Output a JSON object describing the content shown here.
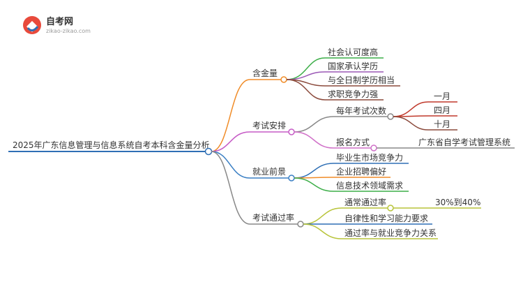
{
  "logo": {
    "title": "自考网",
    "subtitle": "zikao-zikao.com"
  },
  "mindmap": {
    "root": "2025年广东信息管理与信息系统自考本科含金量分析",
    "branches": [
      {
        "label": "含金量",
        "color": "#f08c28",
        "children": [
          {
            "label": "社会认可度高",
            "color": "#3cae48"
          },
          {
            "label": "国家承认学历",
            "color": "#9b59b6"
          },
          {
            "label": "与全日制学历相当",
            "color": "#8b4a3c"
          },
          {
            "label": "求职竞争力强",
            "color": "#8b4a3c"
          }
        ]
      },
      {
        "label": "考试安排",
        "color": "#c65bc6",
        "children": [
          {
            "label": "每年考试次数",
            "color": "#888888",
            "children": [
              {
                "label": "一月",
                "color": "#c0392b"
              },
              {
                "label": "四月",
                "color": "#c0392b"
              },
              {
                "label": "十月",
                "color": "#8b4a3c"
              }
            ]
          },
          {
            "label": "报名方式",
            "color": "#d070c8",
            "children": [
              {
                "label": "广东省自学考试管理系统",
                "color": "#888888"
              }
            ]
          }
        ]
      },
      {
        "label": "就业前景",
        "color": "#3a7fc4",
        "children": [
          {
            "label": "毕业生市场竞争力",
            "color": "#2f6fb5"
          },
          {
            "label": "企业招聘偏好",
            "color": "#f08c28"
          },
          {
            "label": "信息技术领域需求",
            "color": "#3cae48"
          }
        ]
      },
      {
        "label": "考试通过率",
        "color": "#888888",
        "children": [
          {
            "label": "通常通过率",
            "color": "#b8c43a",
            "children": [
              {
                "label": "30%到40%",
                "color": "#b8c43a"
              }
            ]
          },
          {
            "label": "自律性和学习能力要求",
            "color": "#2f6fb5"
          },
          {
            "label": "通过率与就业竞争力关系",
            "color": "#b8c43a"
          }
        ]
      }
    ]
  }
}
